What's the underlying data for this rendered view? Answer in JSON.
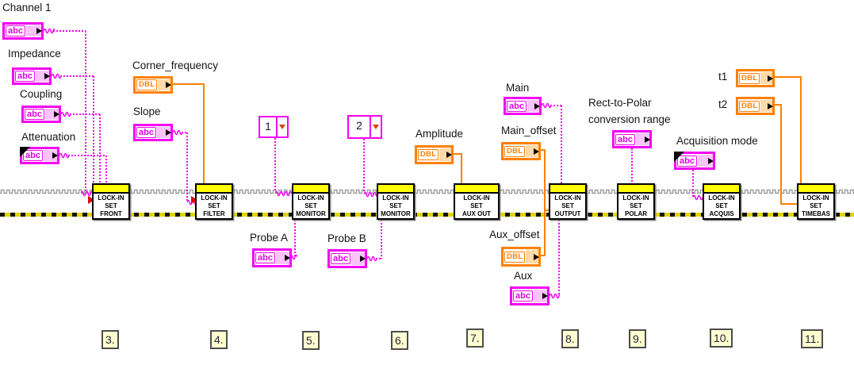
{
  "glyphs": {
    "string": "abc",
    "dbl": "DBL"
  },
  "colors": {
    "string_pink": "#f400f4",
    "numeric_orange": "#ff8000",
    "block_banner_yellow": "#ffff00",
    "error_wire_yellow": "#e0d400",
    "resource_wire_gray": "#9c9c9c",
    "step_label_bg": "#ffffd0",
    "required_arrow_red": "#e00000"
  },
  "controls": {
    "channel1": {
      "label": "Channel 1"
    },
    "impedance": {
      "label": "Impedance"
    },
    "coupling": {
      "label": "Coupling"
    },
    "attenuation": {
      "label": "Attenuation"
    },
    "corner_frequency": {
      "label": "Corner_frequency"
    },
    "slope": {
      "label": "Slope"
    },
    "ring1": {
      "value": "1"
    },
    "ring2": {
      "value": "2"
    },
    "amplitude": {
      "label": "Amplitude"
    },
    "main": {
      "label": "Main"
    },
    "main_offset": {
      "label": "Main_offset"
    },
    "rect_to_polar": {
      "label_line1": "Rect-to-Polar",
      "label_line2": "conversion range"
    },
    "acquisition_mode": {
      "label": "Acquisition mode"
    },
    "t1": {
      "label": "t1"
    },
    "t2": {
      "label": "t2"
    },
    "probe_a": {
      "label": "Probe A"
    },
    "probe_b": {
      "label": "Probe B"
    },
    "aux_offset": {
      "label": "Aux_offset"
    },
    "aux": {
      "label": "Aux"
    }
  },
  "blocks": [
    {
      "name": "LOCK-IN SET FRONT",
      "lines": [
        "LOCK-IN",
        "SET",
        "FRONT"
      ]
    },
    {
      "name": "LOCK-IN SET FILTER",
      "lines": [
        "LOCK-IN",
        "SET",
        "FILTER"
      ]
    },
    {
      "name": "LOCK-IN SET MONITOR",
      "lines": [
        "LOCK-IN",
        "SET",
        "MONITOR"
      ]
    },
    {
      "name": "LOCK-IN SET MONITOR",
      "lines": [
        "LOCK-IN",
        "SET",
        "MONITOR"
      ]
    },
    {
      "name": "LOCK-IN SET AUX OUT",
      "lines": [
        "LOCK-IN",
        "SET",
        "AUX OUT"
      ]
    },
    {
      "name": "LOCK-IN SET OUTPUT",
      "lines": [
        "LOCK-IN",
        "SET",
        "OUTPUT"
      ]
    },
    {
      "name": "LOCK-IN SET POLAR",
      "lines": [
        "LOCK-IN",
        "SET",
        "POLAR"
      ]
    },
    {
      "name": "LOCK-IN SET ACQUIS",
      "lines": [
        "LOCK-IN",
        "SET",
        "ACQUIS"
      ]
    },
    {
      "name": "LOCK-IN SET TIMEBAS",
      "lines": [
        "LOCK-IN",
        "SET",
        "TIMEBAS"
      ]
    }
  ],
  "step_labels": [
    "3.",
    "4.",
    "5.",
    "6.",
    "7.",
    "8.",
    "9.",
    "10.",
    "11."
  ]
}
